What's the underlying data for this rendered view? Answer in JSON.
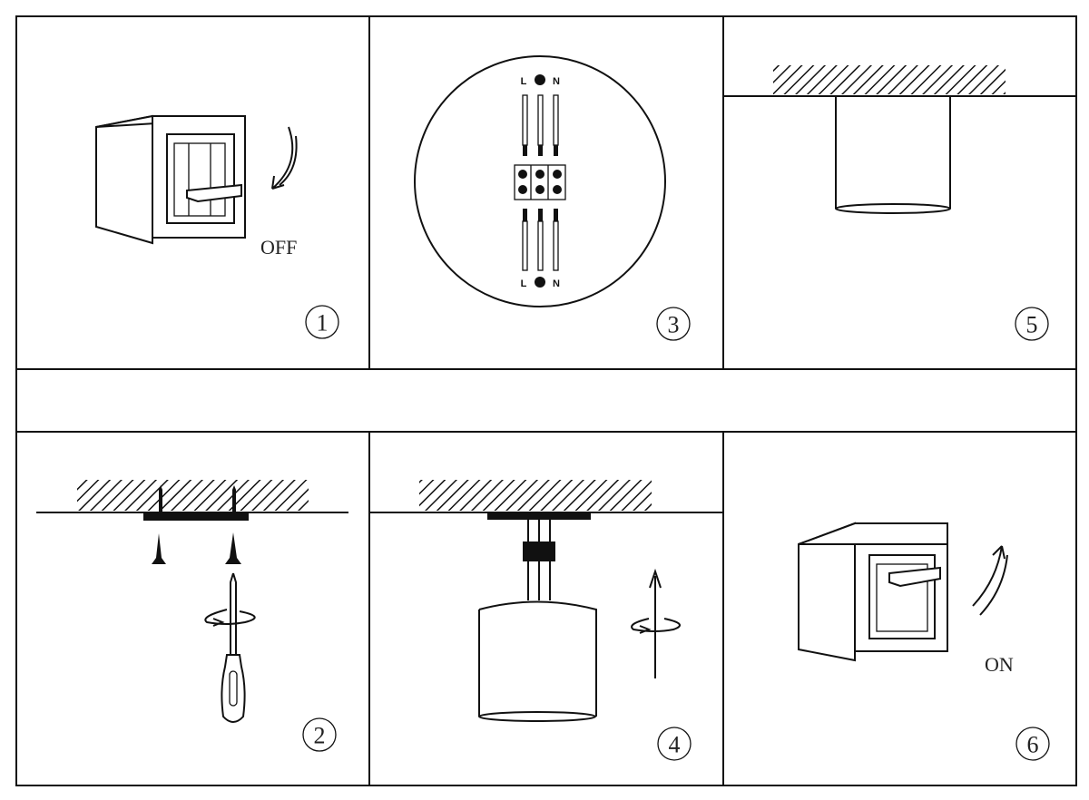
{
  "steps": [
    {
      "number": "1",
      "label": "OFF"
    },
    {
      "number": "2"
    },
    {
      "number": "3",
      "terminal_labels": {
        "live": "L",
        "neutral": "N"
      }
    },
    {
      "number": "4"
    },
    {
      "number": "5"
    },
    {
      "number": "6",
      "label": "ON"
    }
  ]
}
